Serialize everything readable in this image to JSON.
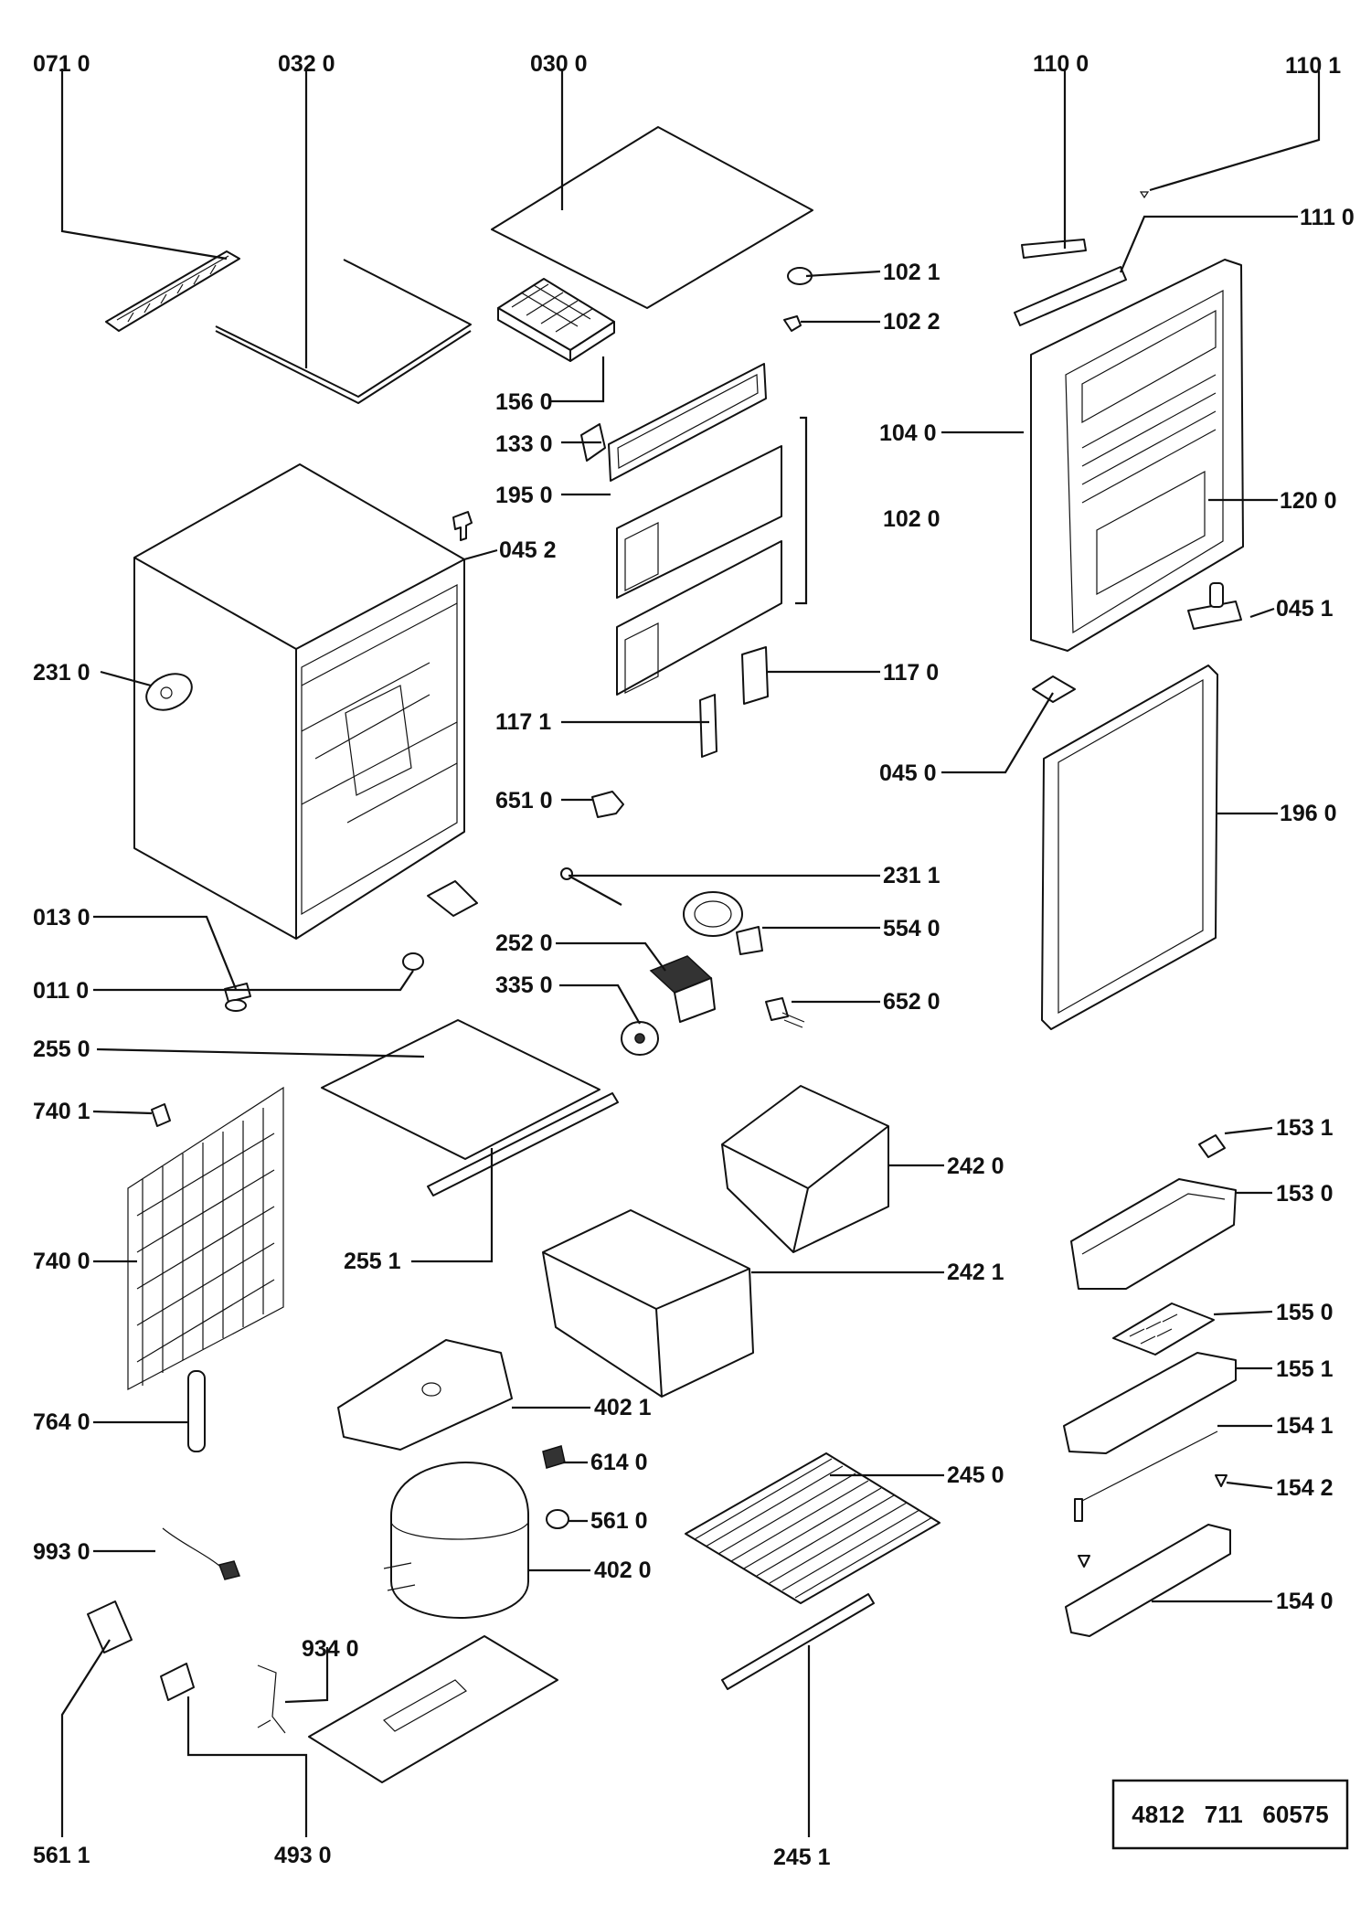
{
  "labels": {
    "p0710": "071 0",
    "p0320": "032 0",
    "p0300": "030 0",
    "p1100": "110 0",
    "p1101": "110 1",
    "p1110": "111 0",
    "p1021": "102 1",
    "p1022": "102 2",
    "p1560": "156 0",
    "p1330": "133 0",
    "p1040": "104 0",
    "p1950": "195 0",
    "p1020": "102 0",
    "p1200": "120 0",
    "p0452": "045 2",
    "p2310": "231 0",
    "p0451": "045 1",
    "p1170": "117 0",
    "p1171": "117 1",
    "p0450": "045 0",
    "p6510": "651 0",
    "p1960": "196 0",
    "p2311": "231 1",
    "p0130": "013 0",
    "p5540": "554 0",
    "p2520": "252 0",
    "p0110": "011 0",
    "p3350": "335 0",
    "p6520": "652 0",
    "p2550": "255 0",
    "p7401": "740 1",
    "p1531": "153 1",
    "p2420": "242 0",
    "p1530": "153 0",
    "p7400": "740 0",
    "p2551": "255 1",
    "p2421": "242 1",
    "p1550": "155 0",
    "p1551": "155 1",
    "p4021": "402 1",
    "p7640": "764 0",
    "p1541": "154 1",
    "p6140": "614 0",
    "p2450": "245 0",
    "p1542": "154 2",
    "p5610": "561 0",
    "p9930": "993 0",
    "p4020": "402 0",
    "p1540": "154 0",
    "p9340": "934 0",
    "p5611": "561 1",
    "p4930": "493 0",
    "p2451": "245 1"
  },
  "document_number": "4812   711   60575"
}
